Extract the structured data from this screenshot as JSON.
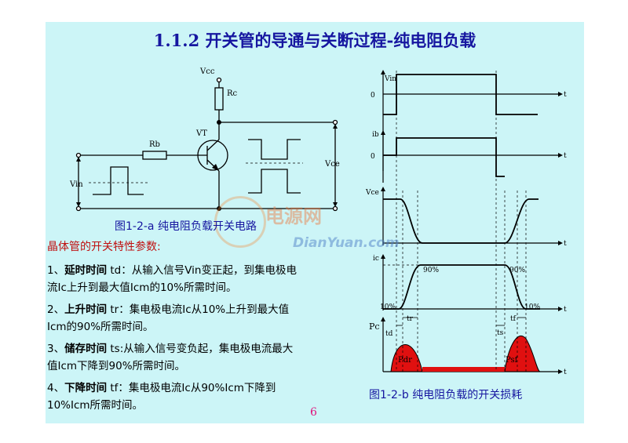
{
  "title": "1.1.2 开关管的导通与关断过程-纯电阻负载",
  "circuit": {
    "vcc": "Vcc",
    "rc": "Rc",
    "rb": "Rb",
    "vt": "VT",
    "vin": "Vin",
    "vce": "Vce",
    "caption": "图1-2-a  纯电阻负载开关电路"
  },
  "waveforms": {
    "vin": "Vin",
    "ib": "ib",
    "vce": "Vce",
    "ic": "ic",
    "pc": "Pc",
    "t": "t",
    "zero": "0",
    "pct10": "10%",
    "pct90": "90%",
    "td": "td",
    "tr": "tr",
    "ts": "ts",
    "tf": "tf",
    "pdr": "Pdr",
    "psf": "Psf",
    "caption": "图1-2-b 纯电阻负载的开关损耗"
  },
  "params": {
    "heading": "晶体管的开关特性参数:",
    "items": [
      {
        "num": "1、",
        "term": "延时时间",
        "line1": " td：从输入信号Vin变正起，到集电极电",
        "line2": "流Ic上升到最大值Icm的10%所需时间。"
      },
      {
        "num": "2、",
        "term": "上升时间",
        "line1": " tr：集电极电流Ic从10%上升到最大值",
        "line2": "Icm的90%所需时间。"
      },
      {
        "num": "3、",
        "term": "储存时间",
        "line1": " ts:从输入信号变负起，集电极电流最大",
        "line2": "值Icm下降到90%所需时间。"
      },
      {
        "num": "4、",
        "term": "下降时间",
        "line1": " tf：集电极电流Ic从90%Icm下降到",
        "line2": "10%Icm所需时间。"
      }
    ]
  },
  "watermark": {
    "cn": "电源网",
    "en": "DianYuan.com"
  },
  "page_number": "6",
  "colors": {
    "background": "#ccf5f7",
    "title": "#1616a0",
    "heading": "#c01010",
    "loss": "#e01010",
    "page_number": "#e0107a"
  }
}
